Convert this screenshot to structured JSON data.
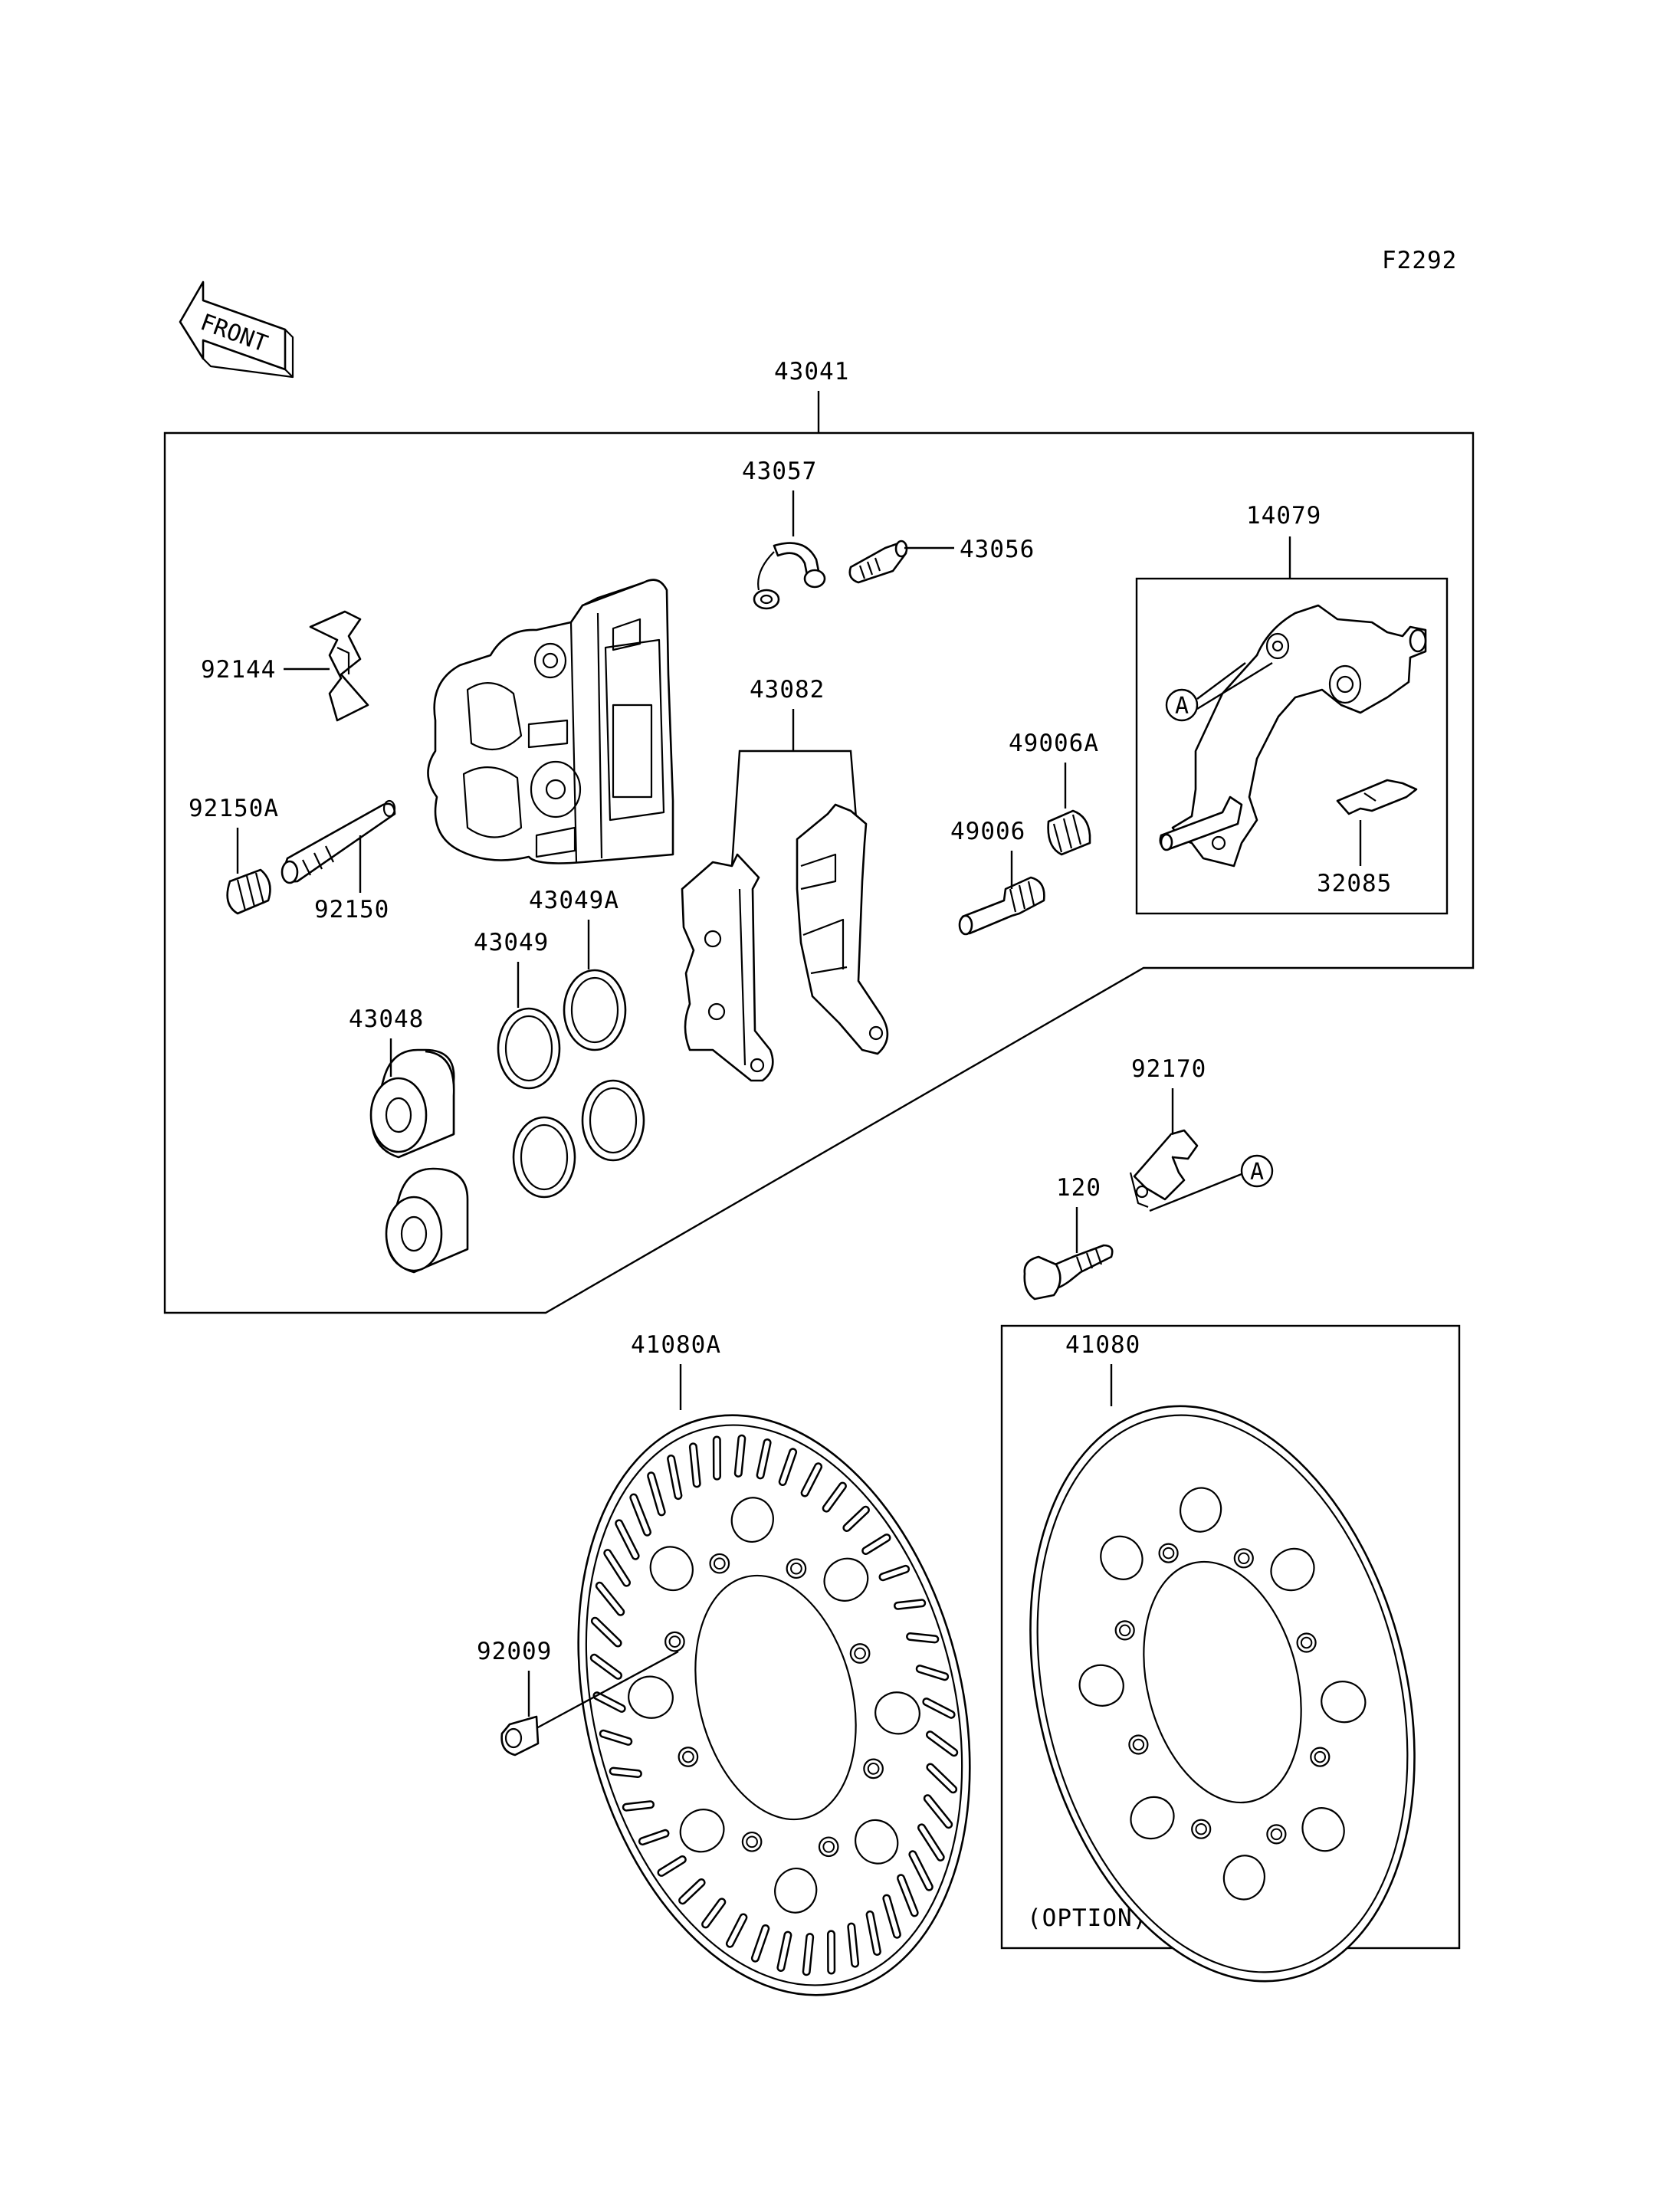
{
  "figure_code": "F2292",
  "front_label": "FRONT",
  "labels": {
    "caliper_assy": "43041",
    "bleeder_cap": "43057",
    "bleeder_valve": "43056",
    "holder": "14079",
    "pad_spring": "92144",
    "pad_set": "43082",
    "boot_a": "49006A",
    "boot": "49006",
    "plug_a": "92150A",
    "pin": "92150",
    "seal_a": "43049A",
    "seal": "43049",
    "piston": "43048",
    "spring": "32085",
    "clamp": "92170",
    "bolt": "120",
    "disc_a": "41080A",
    "disc": "41080",
    "disc_bolt": "92009",
    "ref_a1": "A",
    "ref_a2": "A",
    "option": "(OPTION)"
  }
}
